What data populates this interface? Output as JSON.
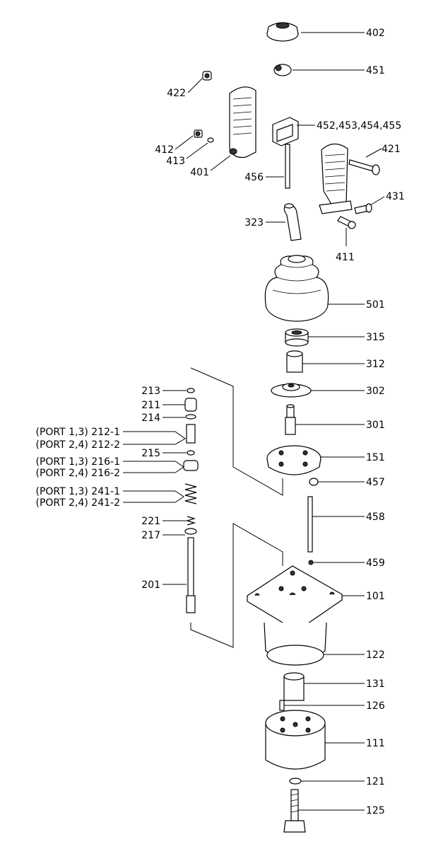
{
  "labels": {
    "l402": "402",
    "l451": "451",
    "l422": "422",
    "l452": "452,453,454,455",
    "l412": "412",
    "l413": "413",
    "l401": "401",
    "l421": "421",
    "l456": "456",
    "l431": "431",
    "l323": "323",
    "l411": "411",
    "l501": "501",
    "l315": "315",
    "l312": "312",
    "l213": "213",
    "l211": "211",
    "l302": "302",
    "l214": "214",
    "l301": "301",
    "l212a": "(PORT 1,3) 212-1",
    "l212b": "(PORT 2,4) 212-2",
    "l215": "215",
    "l151": "151",
    "l216a": "(PORT 1,3) 216-1",
    "l216b": "(PORT 2,4) 216-2",
    "l457": "457",
    "l241a": "(PORT 1,3) 241-1",
    "l241b": "(PORT 2,4) 241-2",
    "l458": "458",
    "l221": "221",
    "l217": "217",
    "l459": "459",
    "l201": "201",
    "l101": "101",
    "l122": "122",
    "l131": "131",
    "l126": "126",
    "l111": "111",
    "l121": "121",
    "l125": "125"
  }
}
